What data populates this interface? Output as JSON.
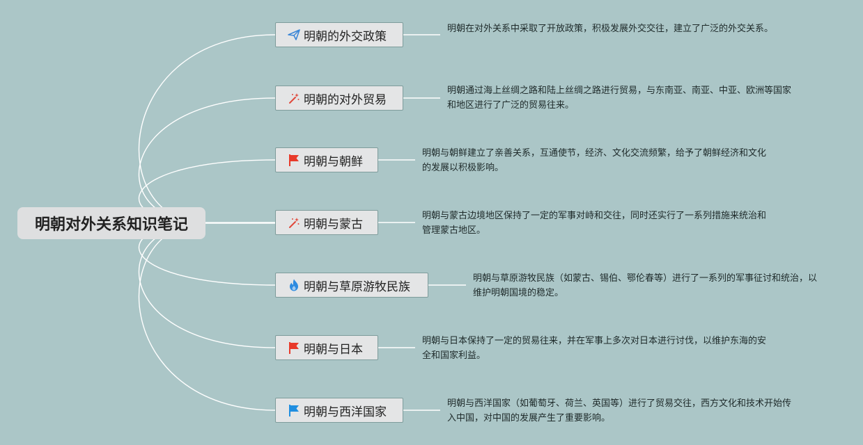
{
  "root": {
    "title": "明朝对外关系知识笔记"
  },
  "topics": [
    {
      "label": "明朝的外交政策",
      "icon": "paper-plane-icon",
      "icon_color": "#3b86d6",
      "desc": "明朝在对外关系中采取了开放政策，积极发展外交交往，建立了广泛的外交关系。"
    },
    {
      "label": "明朝的对外贸易",
      "icon": "magic-wand-icon",
      "icon_color": "#e0483b",
      "desc": "明朝通过海上丝绸之路和陆上丝绸之路进行贸易，与东南亚、南亚、中亚、欧洲等国家和地区进行了广泛的贸易往来。"
    },
    {
      "label": "明朝与朝鲜",
      "icon": "red-flag-icon",
      "icon_color": "#e83a2a",
      "desc": "明朝与朝鲜建立了亲善关系，互通使节，经济、文化交流频繁，给予了朝鲜经济和文化的发展以积极影响。"
    },
    {
      "label": "明朝与蒙古",
      "icon": "magic-wand-icon",
      "icon_color": "#e0483b",
      "desc": "明朝与蒙古边境地区保持了一定的军事对峙和交往，同时还实行了一系列措施来统治和管理蒙古地区。"
    },
    {
      "label": "明朝与草原游牧民族",
      "icon": "flame-icon",
      "icon_color": "#2d8be0",
      "desc": "明朝与草原游牧民族（如蒙古、锡伯、鄂伦春等）进行了一系列的军事征讨和统治，以维护明朝国境的稳定。"
    },
    {
      "label": "明朝与日本",
      "icon": "red-flag-icon",
      "icon_color": "#e83a2a",
      "desc": "明朝与日本保持了一定的贸易往来，并在军事上多次对日本进行讨伐，以维护东海的安全和国家利益。"
    },
    {
      "label": "明朝与西洋国家",
      "icon": "blue-flag-icon",
      "icon_color": "#1f8ee0",
      "desc": "明朝与西洋国家（如葡萄牙、荷兰、英国等）进行了贸易交往，西方文化和技术开始传入中国，对中国的发展产生了重要影响。"
    }
  ]
}
